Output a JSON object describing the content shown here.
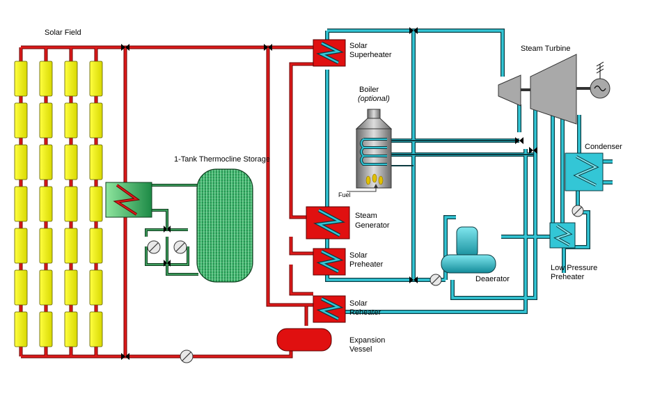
{
  "labels": {
    "solar_field": "Solar Field",
    "storage": "1-Tank Thermocline Storage",
    "superheater": [
      "Solar",
      "Superheater"
    ],
    "boiler": "Boiler",
    "boiler_optional": "(optional)",
    "fuel": "Fuel",
    "steam_generator": [
      "Steam",
      "Generator"
    ],
    "preheater": [
      "Solar",
      "Preheater"
    ],
    "reheater": [
      "Solar",
      "Reheater"
    ],
    "expansion_vessel": [
      "Expansion",
      "Vessel"
    ],
    "deaerator": "Deaerator",
    "steam_turbine": "Steam Turbine",
    "condenser": "Condenser",
    "lp_preheater": [
      "Low Pressure",
      "Preheater"
    ]
  },
  "colors": {
    "htf_pipe": "#cc1111",
    "water_pipe": "#33c6d6",
    "storage_pipe": "#2e7d4f",
    "collector": "#ffff00",
    "exchanger": "#e01010",
    "turbine": "#a9a9a9",
    "tank": "#2fae62"
  }
}
